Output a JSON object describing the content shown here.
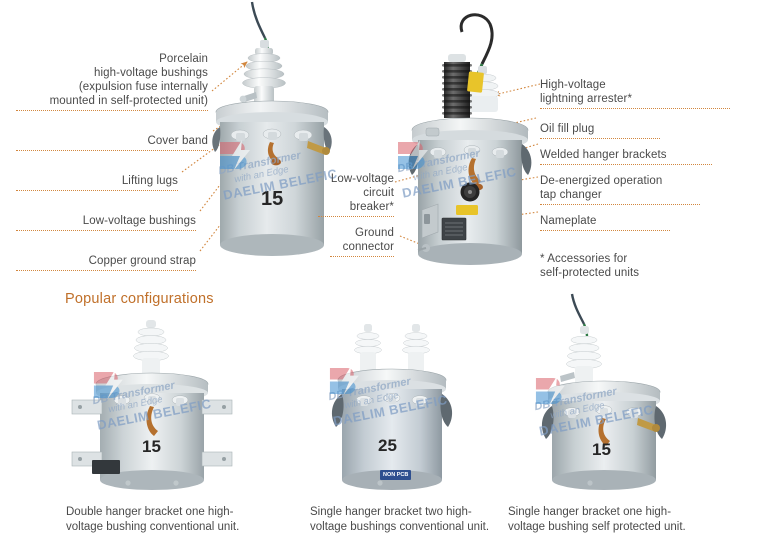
{
  "diagram": {
    "left_unit": {
      "rating": "15",
      "callouts": [
        {
          "id": "porcelain-hv-bushings",
          "text": "Porcelain\nhigh-voltage bushings\n(expulsion fuse internally\nmounted in self-protected unit)"
        },
        {
          "id": "cover-band",
          "text": "Cover band"
        },
        {
          "id": "lifting-lugs",
          "text": "Lifting lugs"
        },
        {
          "id": "low-voltage-bushings",
          "text": "Low-voltage bushings"
        },
        {
          "id": "copper-ground-strap",
          "text": "Copper ground strap"
        }
      ]
    },
    "center_callouts": [
      {
        "id": "low-voltage-circuit-breaker",
        "text": "Low-voltage\ncircuit breaker*"
      },
      {
        "id": "ground-connector",
        "text": "Ground\nconnector"
      }
    ],
    "right_unit": {
      "callouts": [
        {
          "id": "high-voltage-lightning-arrester",
          "text": "High-voltage\nlightning arrester*"
        },
        {
          "id": "oil-fill-plug",
          "text": "Oil fill plug"
        },
        {
          "id": "welded-hanger-brackets",
          "text": "Welded hanger brackets"
        },
        {
          "id": "de-energized-operation-tap-changer",
          "text": "De-energized operation\ntap changer"
        },
        {
          "id": "nameplate",
          "text": "Nameplate"
        }
      ],
      "footnote": "*  Accessories for\n    self-protected units"
    }
  },
  "popular": {
    "title": "Popular configurations",
    "items": [
      {
        "id": "double-hanger-bracket-one-hv-bushing",
        "rating": "15",
        "caption": "Double hanger bracket one high-\nvoltage bushing conventional unit."
      },
      {
        "id": "single-hanger-bracket-two-hv-bushings",
        "rating": "25",
        "badge": "NON\nPCB",
        "caption": "Single hanger bracket two high-\nvoltage bushings conventional unit."
      },
      {
        "id": "single-hanger-bracket-one-hv-bushing-self-protected",
        "rating": "15",
        "caption": "Single hanger bracket one high-\nvoltage bushing self protected unit."
      }
    ]
  },
  "watermark": {
    "line1": "DB Transformer",
    "line2": "with an Edge",
    "line3": "DAELIM BELEFIC"
  },
  "colors": {
    "accent": "#c0702a",
    "leader": "#d2873f",
    "text": "#4a4a4a",
    "watermark_blue": "#8ea6c4",
    "badge_blue": "#2e4f8f"
  }
}
